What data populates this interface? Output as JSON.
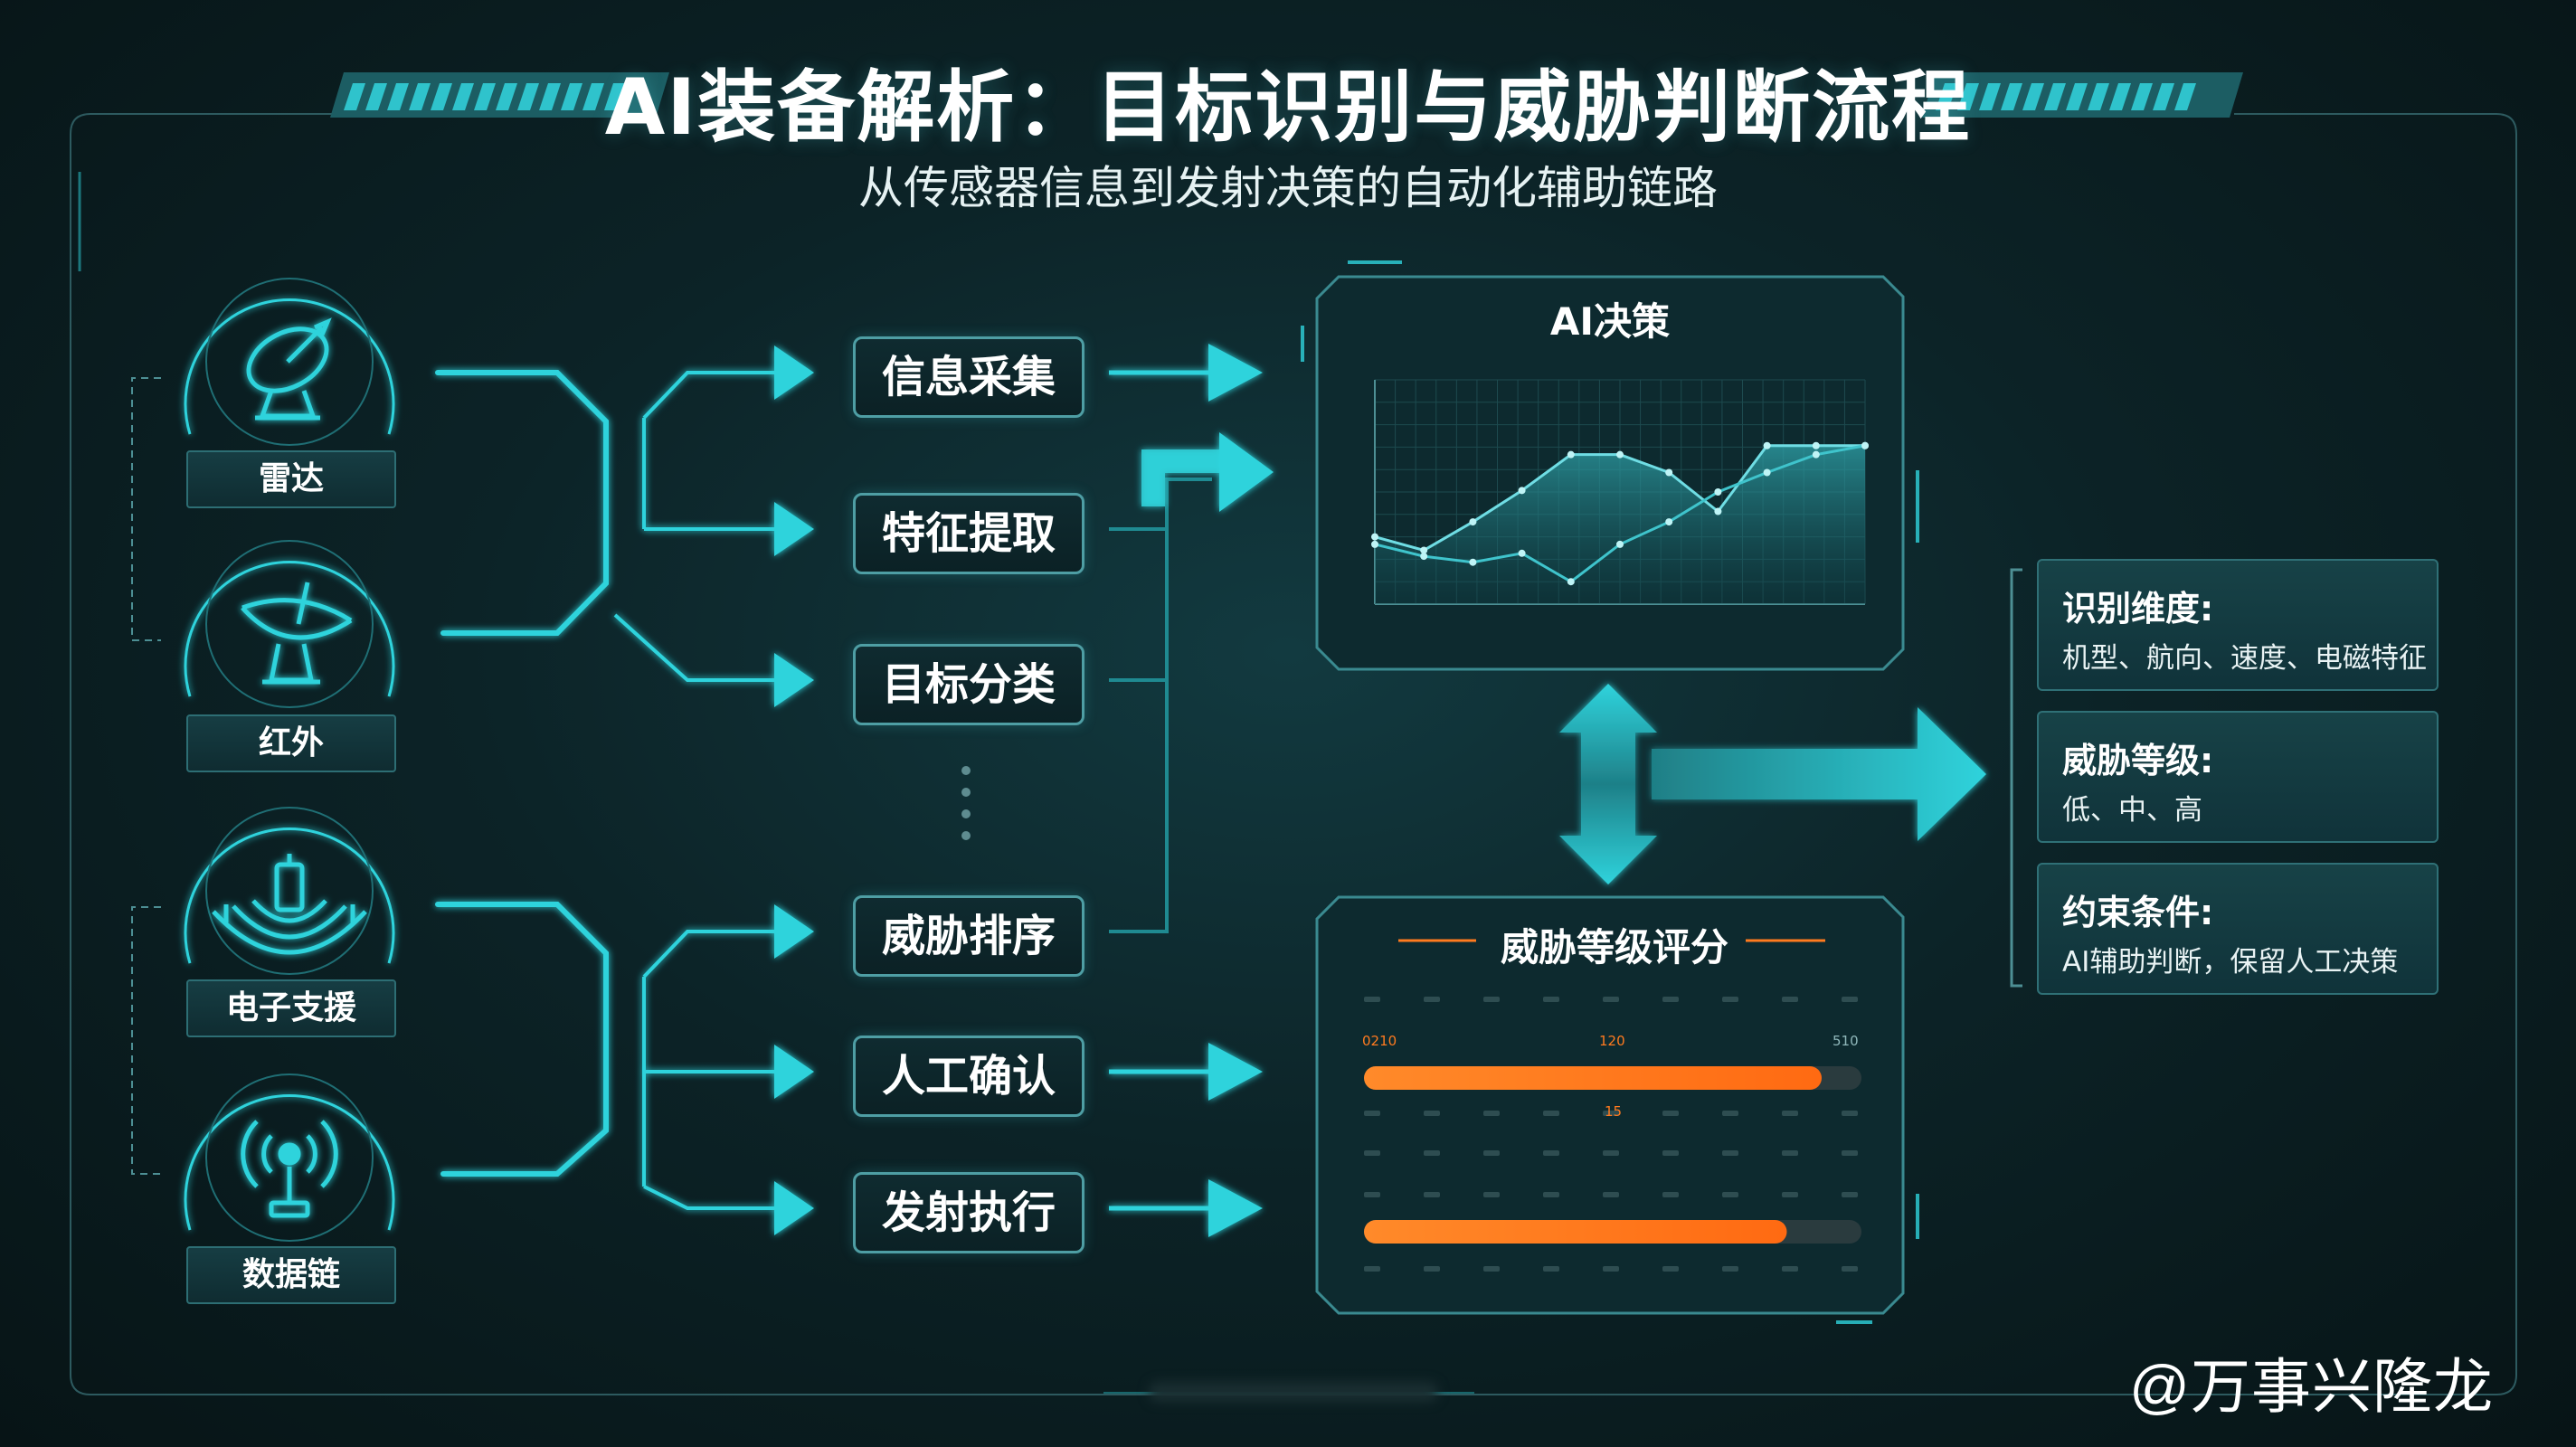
{
  "title": "AI装备解析：目标识别与威胁判断流程",
  "subtitle": "从传感器信息到发射决策的自动化辅助链路",
  "sensors": [
    {
      "label": "雷达",
      "icon": "radar-dish-icon"
    },
    {
      "label": "红外",
      "icon": "satellite-dish-icon"
    },
    {
      "label": "电子支援",
      "icon": "signal-tower-icon"
    },
    {
      "label": "数据链",
      "icon": "broadcast-antenna-icon"
    }
  ],
  "steps": [
    "信息采集",
    "特征提取",
    "目标分类",
    "威胁排序",
    "人工确认",
    "发射执行"
  ],
  "ai_panel": {
    "title": "AI决策"
  },
  "score_panel": {
    "title": "威胁等级评分"
  },
  "info_boxes": [
    {
      "title": "识别维度:",
      "text": "机型、航向、速度、电磁特征"
    },
    {
      "title": "威胁等级:",
      "text": "低、中、高"
    },
    {
      "title": "约束条件:",
      "text": "AI辅助判断，保留人工决策"
    }
  ],
  "score_bars": [
    {
      "label_left": "0210",
      "label_mid": "120",
      "label_right": "510",
      "fill": 0.92,
      "below_mid": "15"
    },
    {
      "fill": 0.85
    }
  ],
  "watermark": "@万事兴隆龙",
  "colors": {
    "accent": "#2fd3dc",
    "orange": "#ff7a1f",
    "panel_border": "#3a8a90",
    "background": "#0c2327"
  },
  "chart_data": {
    "type": "line",
    "title": "AI决策",
    "ylim": [
      0,
      150
    ],
    "series": [
      {
        "values": [
          45,
          36,
          55,
          76,
          100,
          100,
          88,
          62,
          106,
          106,
          106
        ]
      },
      {
        "values": [
          40,
          32,
          28,
          34,
          15,
          40,
          55,
          75,
          88,
          100,
          106
        ]
      }
    ],
    "area_fill": true,
    "grid": true
  }
}
